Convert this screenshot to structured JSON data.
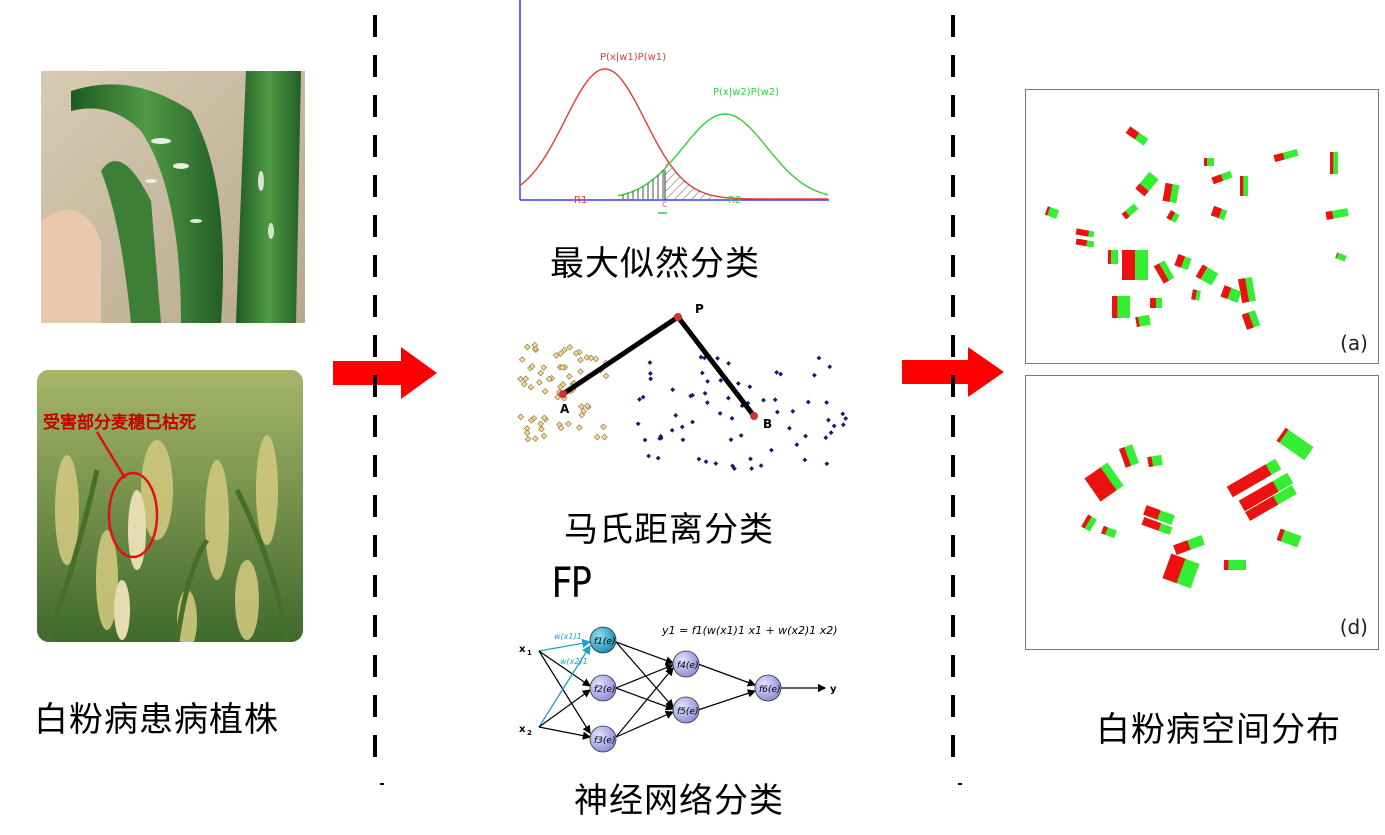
{
  "left": {
    "photo1_desc_icon": "wheat-leaf-powdery-mildew-photo",
    "photo2_annotation": "受害部分麦穗已枯死",
    "caption": "白粉病患病植株"
  },
  "middle": {
    "ml_chart": {
      "curve1_label": "P(x|w1)P(w1)",
      "curve2_label": "P(x|w2)P(w2)",
      "region1": "R1",
      "region2": "R2",
      "threshold": "c",
      "curve1_color": "#e83a3a",
      "curve2_color": "#2ed32e"
    },
    "ml_caption": "最大似然分类",
    "mahal": {
      "point_p": "P",
      "point_a": "A",
      "point_b": "B"
    },
    "mahal_caption": "马氏距离分类",
    "handwritten_note": "FP",
    "nn": {
      "formula": "y1 = f1(w(x1)1 x1 + w(x2)1 x2)",
      "input1": "x",
      "input1_sub": "1",
      "input2": "x",
      "input2_sub": "2",
      "output": "y",
      "weight1": "w(x1)1",
      "weight2": "w(x2)1",
      "n1": "f1(e)",
      "n2": "f2(e)",
      "n3": "f3(e)",
      "n4": "f4(e)",
      "n5": "f5(e)",
      "n6": "f6(e)"
    },
    "nn_caption": "神经网络分类"
  },
  "right": {
    "panel_a_tag": "(a)",
    "panel_d_tag": "(d)",
    "caption": "白粉病空间分布"
  },
  "colors": {
    "arrow": "#ff0000",
    "map_green": "#33ee33",
    "map_red": "#ee1111"
  }
}
